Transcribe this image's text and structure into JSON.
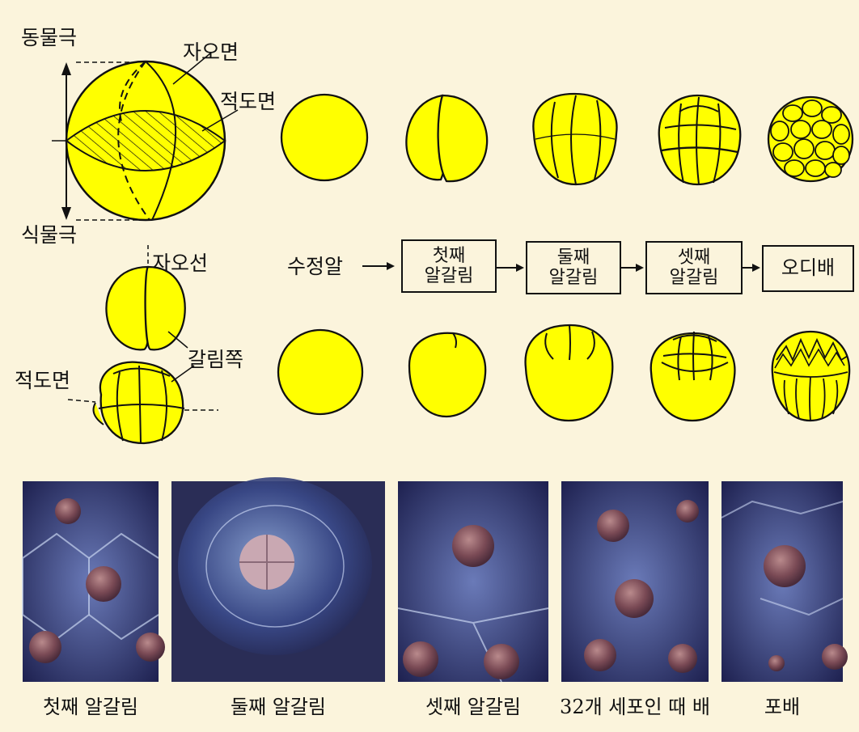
{
  "diagram": {
    "labels": {
      "animal_pole": "동물극",
      "vegetal_pole": "식물극",
      "meridian_plane": "자오면",
      "equatorial_plane": "적도면",
      "meridian_line": "자오선",
      "blastomere": "갈림쪽",
      "equatorial_plane_2": "적도면"
    },
    "flow": {
      "start": "수정알",
      "steps": [
        {
          "line1": "첫째",
          "line2": "알갈림"
        },
        {
          "line1": "둘째",
          "line2": "알갈림"
        },
        {
          "line1": "셋째",
          "line2": "알갈림"
        }
      ],
      "end": "오디배"
    }
  },
  "photos": {
    "captions": [
      "첫째 알갈림",
      "둘째 알갈림",
      "셋째 알갈림",
      "32개 세포인 때 배",
      "포배"
    ]
  },
  "colors": {
    "background": "#fbf4dc",
    "cell_fill": "#ffff00",
    "outline": "#111111",
    "photo_bg": "#2b2f63",
    "egg_tone": "#7a4a55"
  }
}
